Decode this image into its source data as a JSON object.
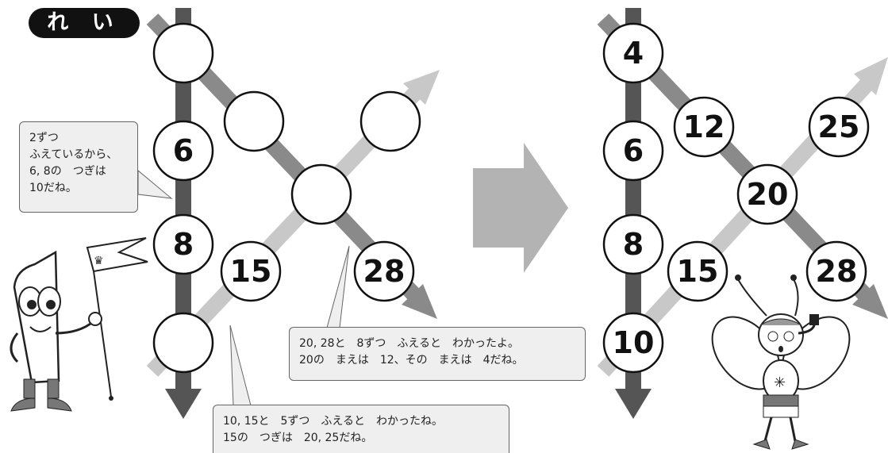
{
  "label": "れ い",
  "left": {
    "circles": [
      "",
      "",
      "",
      "6",
      "",
      "8",
      "15",
      "28",
      ""
    ]
  },
  "right": {
    "circles": [
      "4",
      "12",
      "25",
      "6",
      "20",
      "8",
      "15",
      "28",
      "10"
    ]
  },
  "bubbles": {
    "a": [
      "2ずつ",
      "ふえているから、",
      "6, 8の　つぎは",
      "10だね。"
    ],
    "b": [
      "20, 28と　8ずつ　ふえると　わかったよ。",
      "20の　まえは　12、その　まえは　4だね。"
    ],
    "c": [
      "10, 15と　5ずつ　ふえると　わかったね。",
      "15の　つぎは　20, 25だね。"
    ]
  },
  "colors": {
    "vertical_line": "#555555",
    "down_diagonal": "#8a8a8a",
    "up_diagonal": "#c8c8c8",
    "bubble_fill": "#efefef",
    "arrow": "#b3b3b3"
  }
}
